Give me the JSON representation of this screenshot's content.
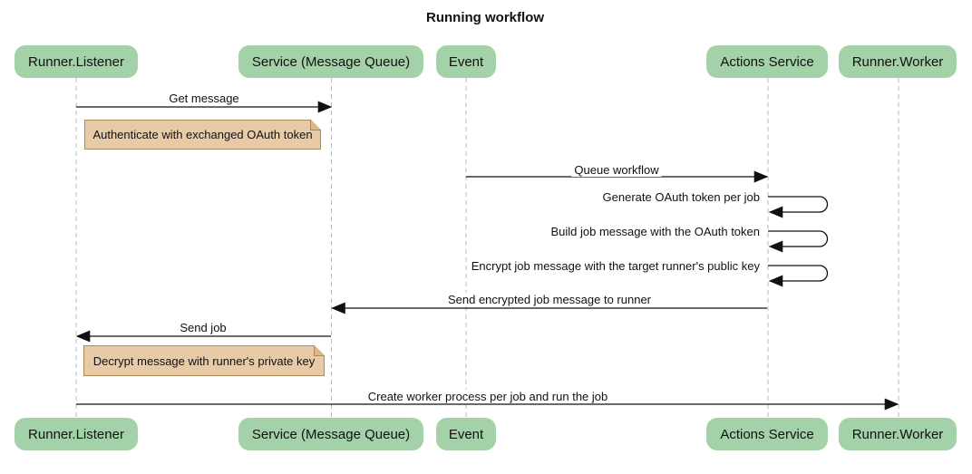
{
  "title": "Running workflow",
  "diagram_type": "sequence",
  "participants": [
    {
      "id": "runner-listener",
      "label": "Runner.Listener"
    },
    {
      "id": "service-message-queue",
      "label": "Service (Message Queue)"
    },
    {
      "id": "event",
      "label": "Event"
    },
    {
      "id": "actions-service",
      "label": "Actions Service"
    },
    {
      "id": "runner-worker",
      "label": "Runner.Worker"
    }
  ],
  "messages": [
    {
      "label": "Get message",
      "from": "Runner.Listener",
      "to": "Service (Message Queue)",
      "self": false
    },
    {
      "label": "Queue workflow",
      "from": "Event",
      "to": "Actions Service",
      "self": false
    },
    {
      "label": "Generate OAuth token per job",
      "from": "Actions Service",
      "to": "Actions Service",
      "self": true
    },
    {
      "label": "Build job message with the OAuth token",
      "from": "Actions Service",
      "to": "Actions Service",
      "self": true
    },
    {
      "label": "Encrypt job message with the target runner's public key",
      "from": "Actions Service",
      "to": "Actions Service",
      "self": true
    },
    {
      "label": "Send encrypted job message to runner",
      "from": "Actions Service",
      "to": "Service (Message Queue)",
      "self": false
    },
    {
      "label": "Send job",
      "from": "Service (Message Queue)",
      "to": "Runner.Listener",
      "self": false
    },
    {
      "label": "Create worker process per job and run the job",
      "from": "Runner.Listener",
      "to": "Runner.Worker",
      "self": false
    }
  ],
  "notes": [
    {
      "text": "Authenticate with exchanged OAuth token",
      "over": "Runner.Listener"
    },
    {
      "text": "Decrypt message with runner's private key",
      "over": "Runner.Listener"
    }
  ],
  "colors": {
    "background": "#ffffff",
    "participant_fill": "#a4d2a8",
    "note_fill": "#e8cba6",
    "note_border": "#ad8a58",
    "message_line": "#111111",
    "lifeline": "#bbbbbb",
    "text": "#111111"
  }
}
